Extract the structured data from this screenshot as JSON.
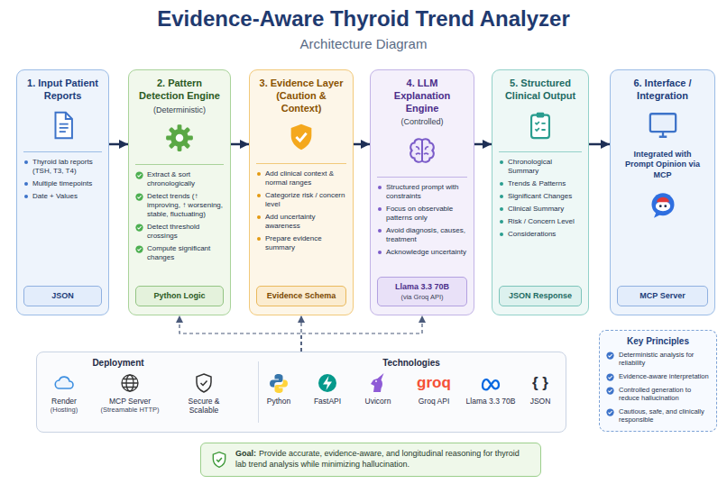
{
  "diagram": {
    "title": "Evidence-Aware Thyroid Trend Analyzer",
    "nodes": [
      {
        "text": [
          "1. Input Patient Reports",
          "Thyroid lab reports (TSH, T3, T4)",
          "Multiple timepoints",
          "Date + Values"
        ]
      },
      {
        "text": [
          "JSON"
        ],
        "in": 0
      },
      {
        "text": [
          "2. Pattern Detection Engine",
          "(Deterministic)",
          "Extract & sort chronologically",
          "Detect trends (↑ improving, ↑ worsening, stable, fluctuating)",
          "Detect threshold crossings",
          "Compute significant changes"
        ]
      },
      {
        "text": [
          "Python Logic"
        ],
        "in": 2
      },
      {
        "text": [
          "3. Evidence Layer (Caution & Context)",
          "Add clinical context & normal ranges",
          "Categorize risk / concern level",
          "Add uncertainty awareness",
          "Prepare evidence summary"
        ]
      },
      {
        "text": [
          "Evidence Schema"
        ],
        "in": 4
      },
      {
        "text": [
          "4. LLM Explanation Engine",
          "(Controlled)",
          "Structured prompt with constraints",
          "Focus on observable patterns only",
          "Avoid diagnosis, causes, treatment",
          "Acknowledge uncertainty"
        ]
      },
      {
        "text": [
          "Llama 3.3 70B",
          "(via Groq API)"
        ],
        "in": 6
      },
      {
        "text": [
          "5. Structured Clinical Output",
          "Chronological Summary",
          "Trends & Patterns",
          "Significant Changes",
          "Clinical Summary",
          "Risk / Concern Level",
          "Considerations"
        ]
      },
      {
        "text": [
          "JSON Response"
        ],
        "in": 8
      },
      {
        "text": [
          "6. Interface / Integration",
          "Integrated with Prompt Opinion via MCP"
        ]
      },
      {
        "text": [
          "MCP Server"
        ],
        "in": 10
      },
      {
        "text": [
          "Deployment",
          "Render",
          "(Hosting)",
          "MCP Server",
          "(Streamable HTTP)",
          "Secure & Scalable",
          "Technologies",
          "Python",
          "FastAPI",
          "Uvicorn",
          "groq",
          "Groq API",
          "Llama 3.3 70B",
          "{ }",
          "JSON"
        ]
      },
      {
        "text": [
          "Key Principles",
          "Deterministic analysis for reliability",
          "Evidence-aware interpretation",
          "Controlled generation to reduce hallucination",
          "Cautious, safe, and clinically responsible"
        ]
      },
      {
        "text": [
          "Goal:",
          "Provide accurate, evidence-aware, and longitudinal reasoning for thyroid lab trend analysis while minimizing hallucination."
        ]
      }
    ],
    "edges": [
      {
        "from": 0,
        "to": 2,
        "arrow": "to"
      },
      {
        "from": 2,
        "to": 4,
        "arrow": "to"
      },
      {
        "from": 4,
        "to": 6,
        "arrow": "to"
      },
      {
        "from": 6,
        "to": 8,
        "arrow": "to"
      },
      {
        "from": 8,
        "to": 10,
        "arrow": "to"
      },
      {
        "from": 12,
        "to": 2,
        "arrow": "to"
      },
      {
        "from": 12,
        "to": 4,
        "arrow": "to"
      },
      {
        "from": 12,
        "to": 6,
        "arrow": "to"
      }
    ],
    "labels": [
      "Architecture Diagram"
    ]
  }
}
